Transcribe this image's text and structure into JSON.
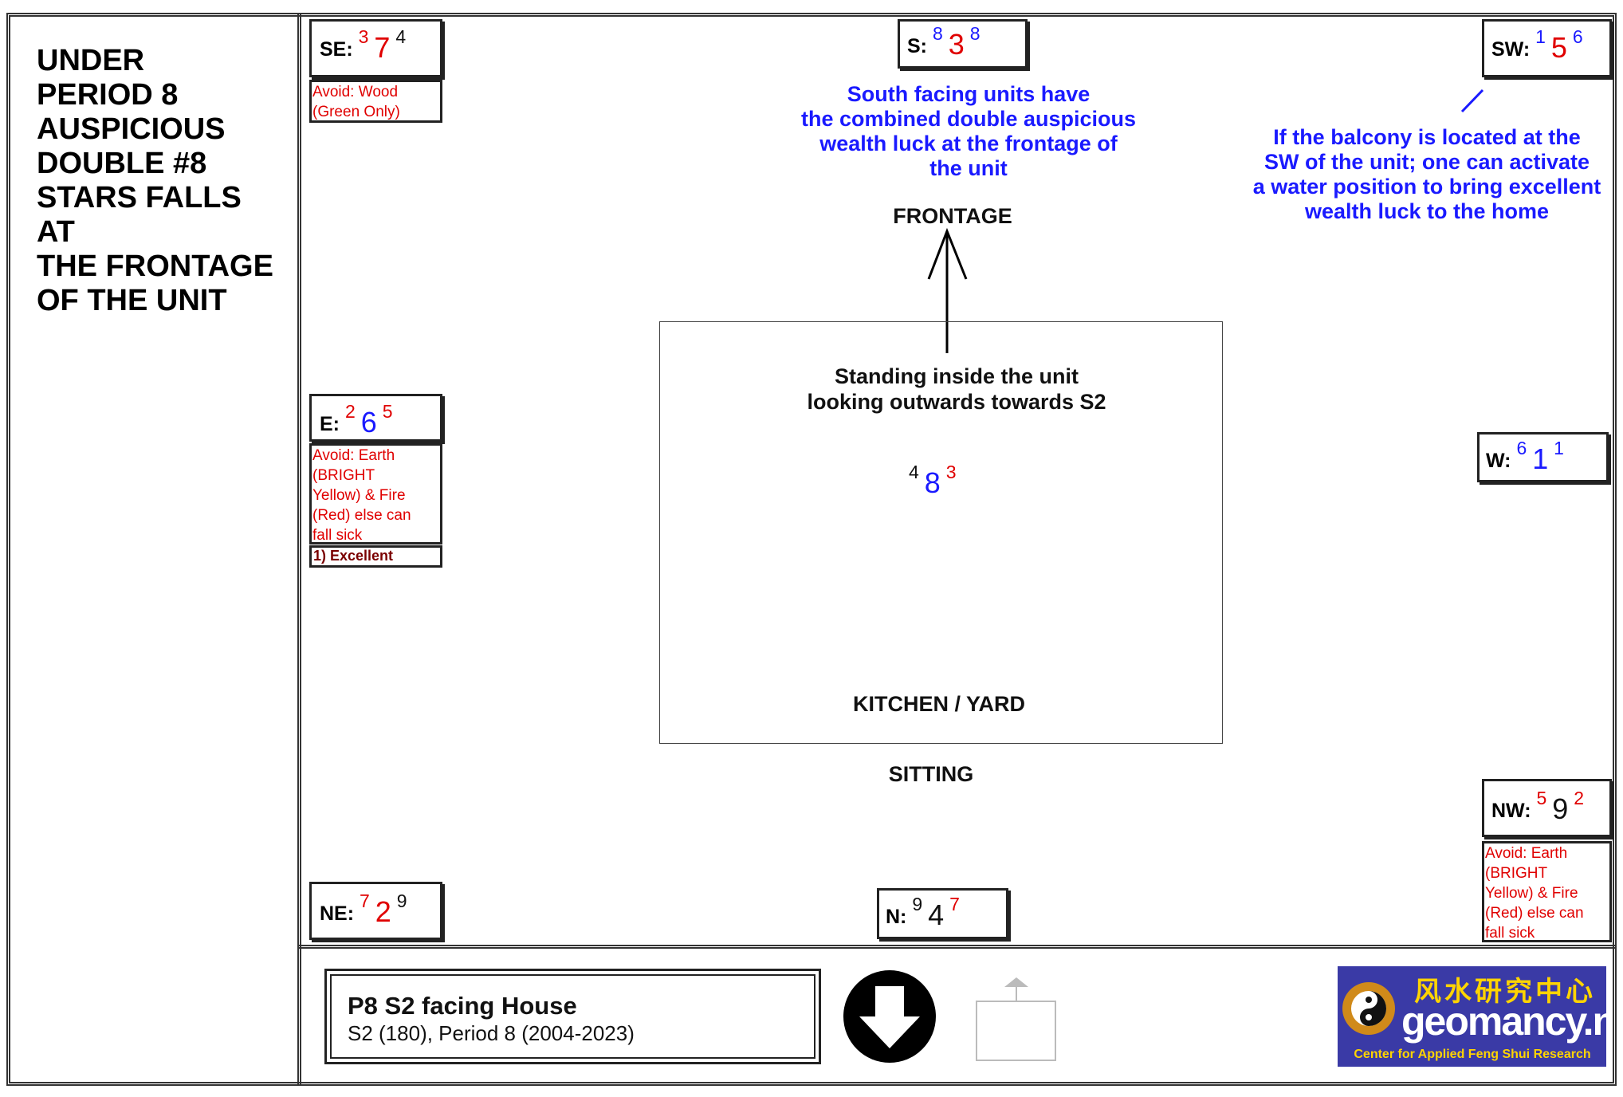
{
  "title_lines": [
    "UNDER",
    "PERIOD 8",
    "AUSPICIOUS",
    "DOUBLE #8",
    "STARS FALLS",
    "AT",
    "THE FRONTAGE",
    "OF THE UNIT"
  ],
  "sectors": {
    "se": {
      "label": "SE:",
      "mountain": "3",
      "period": "7",
      "water": "4"
    },
    "s": {
      "label": "S:",
      "mountain": "8",
      "period": "3",
      "water": "8"
    },
    "sw": {
      "label": "SW:",
      "mountain": "1",
      "period": "5",
      "water": "6"
    },
    "e": {
      "label": "E:",
      "mountain": "2",
      "period": "6",
      "water": "5"
    },
    "w": {
      "label": "W:",
      "mountain": "6",
      "period": "1",
      "water": "1"
    },
    "ne": {
      "label": "NE:",
      "mountain": "7",
      "period": "2",
      "water": "9"
    },
    "n": {
      "label": "N:",
      "mountain": "9",
      "period": "4",
      "water": "7"
    },
    "nw": {
      "label": "NW:",
      "mountain": "5",
      "period": "9",
      "water": "2"
    }
  },
  "center": {
    "mountain": "4",
    "period": "8",
    "water": "3"
  },
  "notes": {
    "se_avoid": [
      "Avoid: Wood",
      "(Green Only)"
    ],
    "e_avoid": [
      "Avoid: Earth",
      "(BRIGHT",
      "Yellow) & Fire",
      "(Red) else can",
      "fall sick"
    ],
    "e_tag": "1) Excellent",
    "nw_avoid": [
      "Avoid: Earth",
      "(BRIGHT",
      "Yellow) & Fire",
      "(Red) else can",
      "fall sick"
    ]
  },
  "annotations": {
    "south": [
      "South facing units have",
      "the combined double auspicious",
      "wealth luck at the frontage of",
      "the unit"
    ],
    "sw": [
      "If the balcony is located at the",
      "SW of the unit; one can activate",
      "a water position to bring excellent",
      "wealth luck to the home"
    ]
  },
  "labels": {
    "frontage": "FRONTAGE",
    "standing": [
      "Standing inside the unit",
      "looking outwards towards S2"
    ],
    "kitchen": "KITCHEN / YARD",
    "sitting": "SITTING"
  },
  "info": {
    "title": "P8 S2 facing House",
    "subtitle": "S2 (180), Period 8 (2004-2023)"
  },
  "logo": {
    "chinese": "风水研究中心",
    "name": "geomancy.net",
    "tagline": "Center for Applied Feng Shui Research"
  },
  "colors": {
    "mountain_star": "#e00000",
    "water_star_blue": "#1a1aff",
    "logo_bg": "#3a3aa6",
    "logo_text": "#ffd400"
  }
}
